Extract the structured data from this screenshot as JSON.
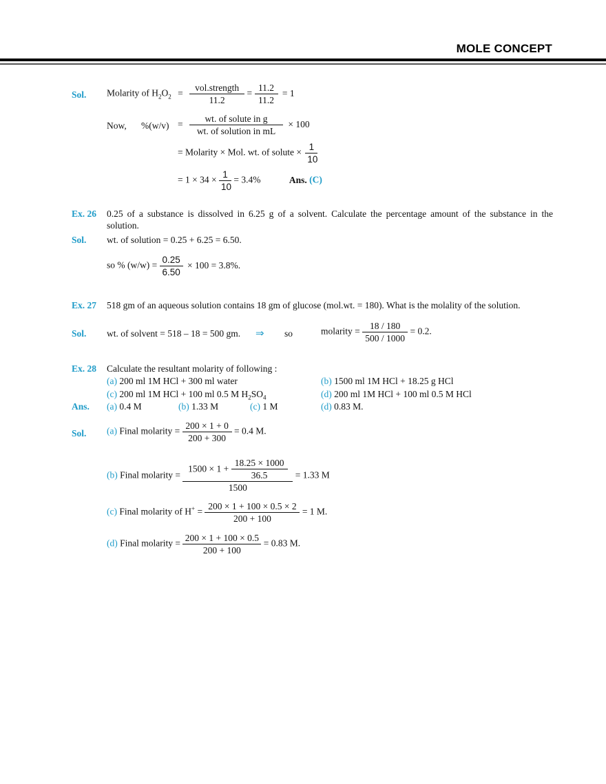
{
  "header": {
    "title": "MOLE CONCEPT"
  },
  "sol25": {
    "label": "Sol.",
    "line1": {
      "lhs": "Molarity of H",
      "sub2": "2",
      "o": "O",
      "sub2b": "2",
      "eq": "=",
      "f1_num": "vol.strength",
      "f1_den": "11.2",
      "eq2": "=",
      "f2_num": "11.2",
      "f2_den": "11.2",
      "result": "= 1"
    },
    "line2": {
      "now": "Now,",
      "lhs": "%(w/v)",
      "eq": "=",
      "f_num": "wt. of  solute in  g",
      "f_den": "wt. of  solution  in  mL",
      "tail": "× 100"
    },
    "line3": {
      "text": "= Molarity × Mol. wt. of solute ×",
      "f_num": "1",
      "f_den": "10"
    },
    "line4": {
      "pre": "= 1 × 34 ×",
      "f_num": "1",
      "f_den": "10",
      "post": "= 3.4%",
      "ans_label": "Ans.",
      "ans_value": "(C)"
    }
  },
  "ex26": {
    "label": "Ex. 26",
    "question_l1": "0.25 of a substance is dissolved in 6.25 g of a solvent. Calculate the percentage amount of the substance in the",
    "question_l2": "solution.",
    "sol_label": "Sol.",
    "sol_l1": "wt. of solution = 0.25 + 6.25 = 6.50.",
    "sol_l2_pre": "so % (w/w) =",
    "sol_l2_num": "0.25",
    "sol_l2_den": "6.50",
    "sol_l2_post": "× 100 = 3.8%."
  },
  "ex27": {
    "label": "Ex. 27",
    "question": "518 gm of an aqueous solution contains 18 gm of glucose (mol.wt. = 180). What is the molality of the solution.",
    "sol_label": "Sol.",
    "sol_text": "wt. of solvent = 518 – 18 = 500 gm.",
    "arrow": "⇒",
    "so": "so",
    "molarity_lhs": "molarity =",
    "f_num": "18 / 180",
    "f_den": "500 / 1000",
    "result": "= 0.2."
  },
  "ex28": {
    "label": "Ex. 28",
    "question": "Calculate the resultant molarity of following :",
    "options": [
      {
        "key": "(a)",
        "text": "200 ml 1M HCl + 300 ml water"
      },
      {
        "key": "(b)",
        "text": "1500 ml 1M HCl + 18.25 g HCl"
      },
      {
        "key": "(c)",
        "text": "200 ml 1M HCl + 100 ml 0.5 M H",
        "sub": "2",
        "tail": "SO",
        "sub2": "4"
      },
      {
        "key": "(d)",
        "text": "200 ml 1M HCl + 100 ml 0.5 M HCl"
      }
    ],
    "ans_label": "Ans.",
    "answers": [
      {
        "key": "(a)",
        "value": "0.4 M"
      },
      {
        "key": "(b)",
        "value": "1.33 M"
      },
      {
        "key": "(c)",
        "value": "1 M"
      },
      {
        "key": "(d)",
        "value": "0.83 M."
      }
    ],
    "sol_label": "Sol.",
    "sol_a": {
      "key": "(a)",
      "lhs": "Final molarity =",
      "num": "200 × 1 + 0",
      "den": "200 + 300",
      "result": "= 0.4 M."
    },
    "sol_b": {
      "key": "(b)",
      "lhs": "Final molarity =",
      "num_pre": "1500 × 1 +",
      "inner_num": "18.25 × 1000",
      "inner_den": "36.5",
      "den": "1500",
      "result": "= 1.33 M"
    },
    "sol_c": {
      "key": "(c)",
      "lhs": "Final molarity of H",
      "sup": "+",
      "eq": "=",
      "num": "200 × 1 + 100 × 0.5 × 2",
      "den": "200 + 100",
      "result": "= 1 M."
    },
    "sol_d": {
      "key": "(d)",
      "lhs": "Final molarity =",
      "num": "200 × 1 + 100 × 0.5",
      "den": "200 + 100",
      "result": "= 0.83 M."
    }
  },
  "colors": {
    "accent": "#1e9bc8",
    "text": "#111111"
  }
}
